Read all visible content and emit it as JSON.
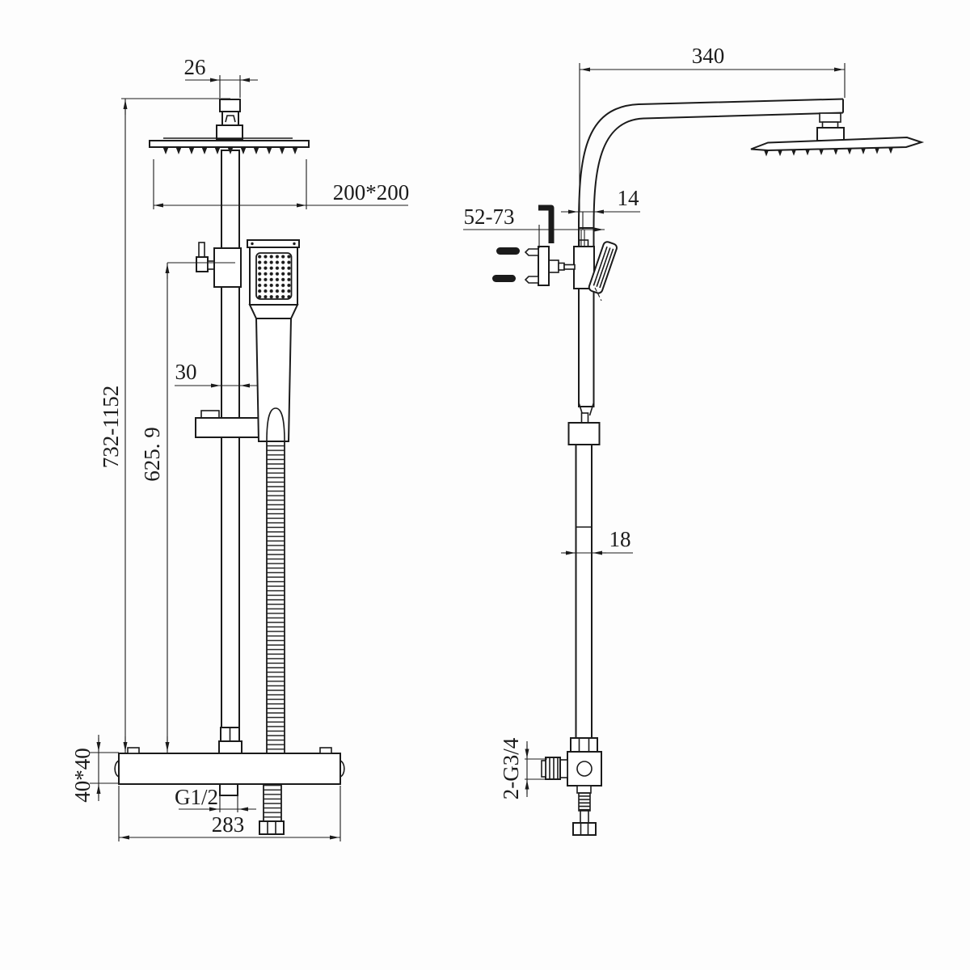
{
  "drawing": {
    "kind": "technical dimension drawing, shower column system, front and side views",
    "colors": {
      "line": "#1b1b1b",
      "background": "#fdfdfd"
    }
  },
  "labels": {
    "front": {
      "pipe_width": "26",
      "head_size": "200*200",
      "height_range": "732-1152",
      "diverter_height": "625. 9",
      "rail_depth": "30",
      "valve_section": "40*40",
      "outlet_thread": "G1/2",
      "valve_length": "283"
    },
    "side": {
      "arm_reach": "340",
      "upper_tube": "14",
      "bracket_range": "52-73",
      "lower_tube": "18",
      "inlet_thread": "2-G3/4"
    }
  }
}
